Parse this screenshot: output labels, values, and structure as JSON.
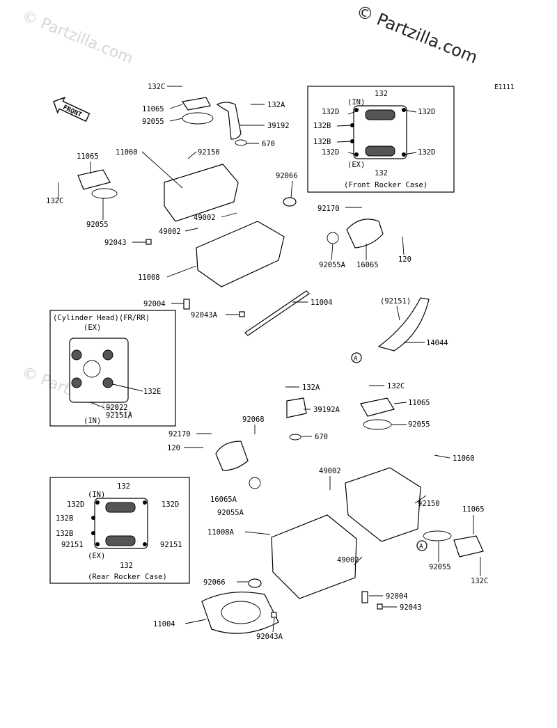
{
  "watermark": {
    "main": "© Partzilla.com",
    "faint": "© Partzilla.com"
  },
  "diagram_code": "E1111",
  "front_arrow": "FRONT",
  "callouts": {
    "circle_a": "A"
  },
  "boxes": {
    "front_rocker": {
      "caption": "(Front Rocker Case)",
      "in": "(IN)",
      "ex": "(EX)",
      "labels": {
        "top": "132",
        "bottom": "132",
        "d1": "132D",
        "d2": "132D",
        "d3": "132D",
        "d4": "132D",
        "b1": "132B",
        "b2": "132B"
      }
    },
    "cylinder_head": {
      "title": "(Cylinder Head)(FR/RR)",
      "ex": "(EX)",
      "in": "(IN)",
      "labels": {
        "e": "132E",
        "p1": "92022",
        "p2": "92151A"
      }
    },
    "rear_rocker": {
      "caption": "(Rear Rocker Case)",
      "in": "(IN)",
      "ex": "(EX)",
      "labels": {
        "top": "132",
        "bottom": "132",
        "d1": "132D",
        "d2": "132D",
        "b1": "132B",
        "b2": "132B",
        "p1": "92151",
        "p2": "92151"
      }
    }
  },
  "parts": {
    "t_132c": "132C",
    "t_11065": "11065",
    "t_92055": "92055",
    "t_132a": "132A",
    "t_39192": "39192",
    "t_670": "670",
    "t_11060": "11060",
    "t_92150": "92150",
    "l_11065": "11065",
    "l_132c": "132C",
    "l_92055": "92055",
    "t_92066": "92066",
    "t_92170": "92170",
    "t_49002a": "49002",
    "t_49002b": "49002",
    "t_92043": "92043",
    "t_11008": "11008",
    "t_92055a": "92055A",
    "t_16065": "16065",
    "t_120": "120",
    "t_92004": "92004",
    "t_11004": "11004",
    "t_92043a": "92043A",
    "t_92151p": "(92151)",
    "t_14044": "14044",
    "r_132a": "132A",
    "r_39192a": "39192A",
    "r_132c": "132C",
    "r_11065": "11065",
    "r_92055": "92055",
    "r_92170": "92170",
    "r_92068": "92068",
    "r_670": "670",
    "r_120": "120",
    "r_11060": "11060",
    "r_49002a": "49002",
    "r_16065a": "16065A",
    "r_92150": "92150",
    "r_92055a": "92055A",
    "r_11065b": "11065",
    "r_11008a": "11008A",
    "r_49002b": "49002",
    "r_92055b": "92055",
    "r_132c2": "132C",
    "r_92066": "92066",
    "r_92004": "92004",
    "r_92043": "92043",
    "r_11004": "11004",
    "r_92043a": "92043A"
  }
}
